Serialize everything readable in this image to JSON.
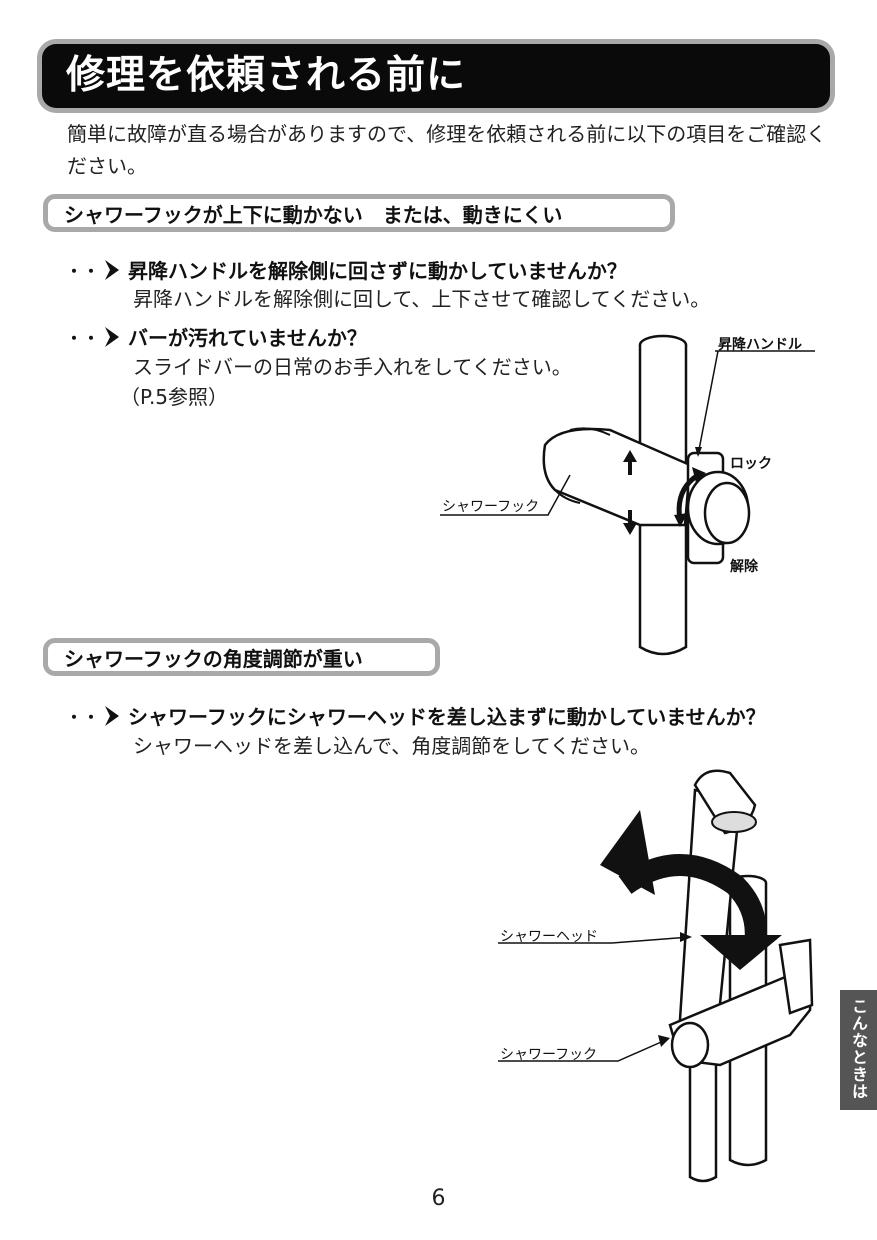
{
  "title": "修理を依頼される前に",
  "intro": "簡単に故障が直る場合がありますので、修理を依頼される前に以下の項目をご確認ください。",
  "section1": {
    "heading": "シャワーフックが上下に動かない　または、動きにくい",
    "items": [
      {
        "question": "昇降ハンドルを解除側に回さずに動かしていませんか？",
        "answer": "昇降ハンドルを解除側に回して、上下させて確認してください。"
      },
      {
        "question": "バーが汚れていませんか？",
        "answer": "スライドバーの日常のお手入れをしてください。",
        "answer2": "（P.5参照）"
      }
    ],
    "figure": {
      "label_handle": "昇降ハンドル",
      "label_lock": "ロック",
      "label_hook": "シャワーフック",
      "label_release": "解除"
    }
  },
  "section2": {
    "heading": "シャワーフックの角度調節が重い",
    "items": [
      {
        "question": "シャワーフックにシャワーヘッドを差し込まずに動かしていませんか？",
        "answer": "シャワーヘッドを差し込んで、角度調節をしてください。"
      }
    ],
    "figure": {
      "label_head": "シャワーヘッド",
      "label_hook": "シャワーフック"
    }
  },
  "side_tab": "こんなときは",
  "page_number": "6"
}
